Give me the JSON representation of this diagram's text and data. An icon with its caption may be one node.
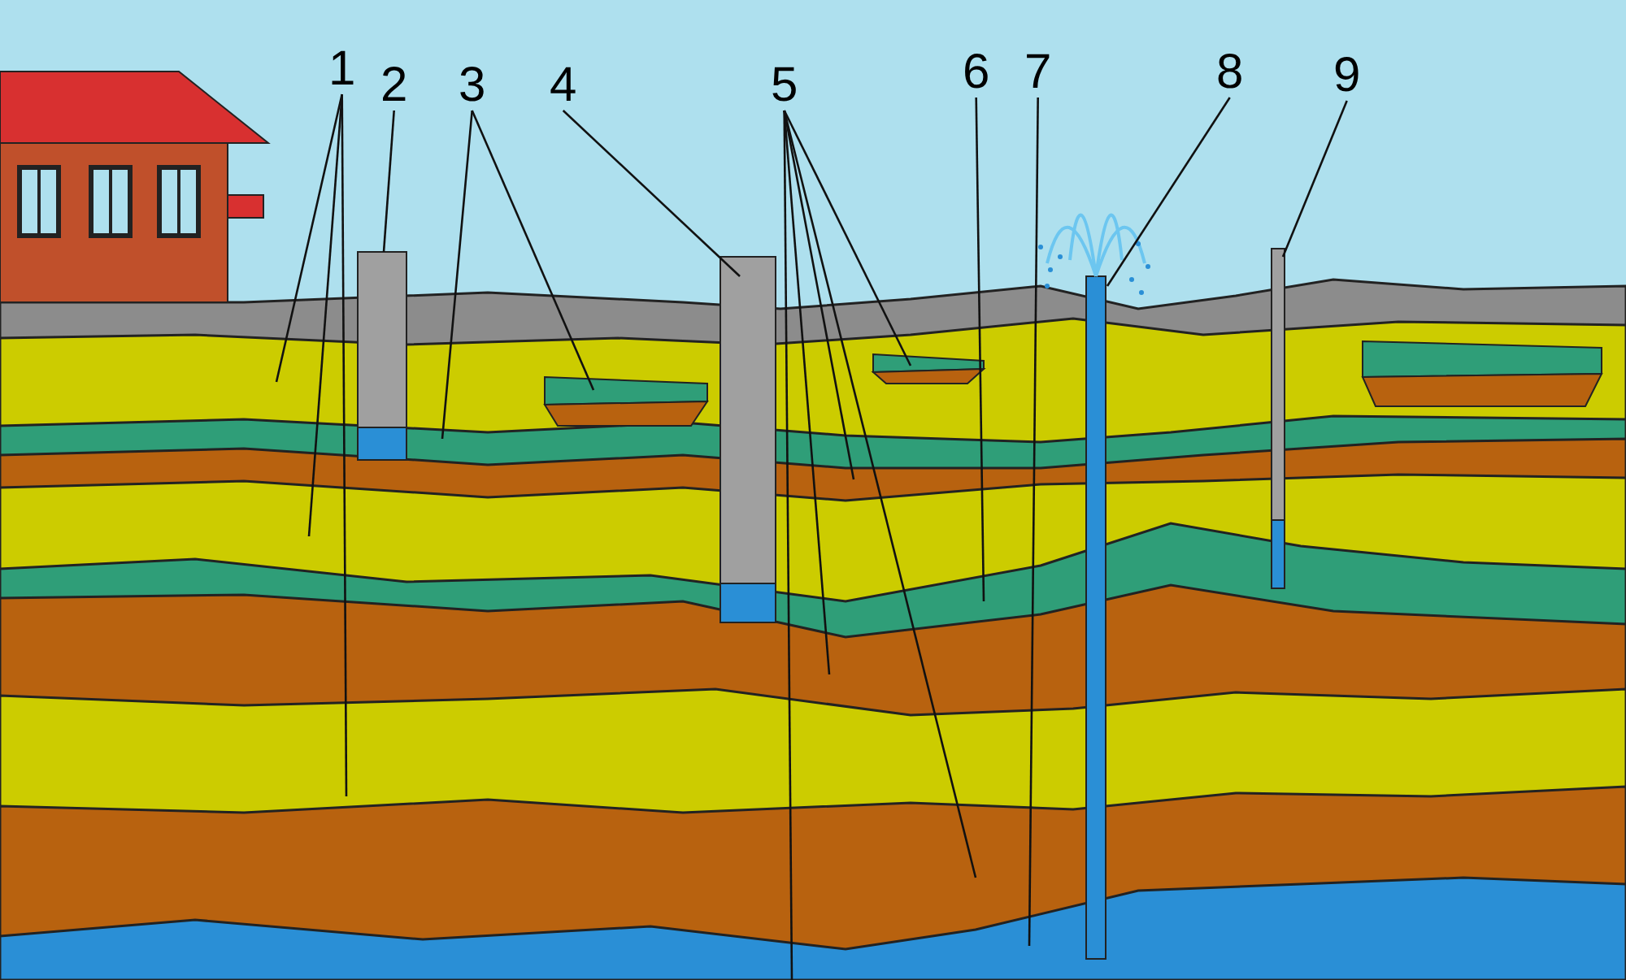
{
  "diagram": {
    "nodes": [
      {
        "text": [
          "1"
        ]
      },
      {
        "text": [
          "2"
        ]
      },
      {
        "text": [
          "3"
        ]
      },
      {
        "text": [
          "4"
        ]
      },
      {
        "text": [
          "5"
        ]
      },
      {
        "text": [
          "6"
        ]
      },
      {
        "text": [
          "7"
        ]
      },
      {
        "text": [
          "8"
        ]
      },
      {
        "text": [
          "9"
        ]
      }
    ],
    "edges": [
      {
        "from": 0,
        "to": null,
        "arrow": "none"
      },
      {
        "from": 0,
        "to": null,
        "arrow": "none"
      },
      {
        "from": 0,
        "to": null,
        "arrow": "none"
      },
      {
        "from": 1,
        "to": null,
        "arrow": "none"
      },
      {
        "from": 2,
        "to": null,
        "arrow": "none"
      },
      {
        "from": 2,
        "to": null,
        "arrow": "none"
      },
      {
        "from": 3,
        "to": null,
        "arrow": "none"
      },
      {
        "from": 4,
        "to": null,
        "arrow": "none"
      },
      {
        "from": 4,
        "to": null,
        "arrow": "none"
      },
      {
        "from": 4,
        "to": null,
        "arrow": "none"
      },
      {
        "from": 4,
        "to": null,
        "arrow": "none"
      },
      {
        "from": 4,
        "to": null,
        "arrow": "none"
      },
      {
        "from": 5,
        "to": null,
        "arrow": "none"
      },
      {
        "from": 6,
        "to": null,
        "arrow": "none"
      },
      {
        "from": 7,
        "to": null,
        "arrow": "none"
      },
      {
        "from": 8,
        "to": null,
        "arrow": "none"
      }
    ]
  }
}
